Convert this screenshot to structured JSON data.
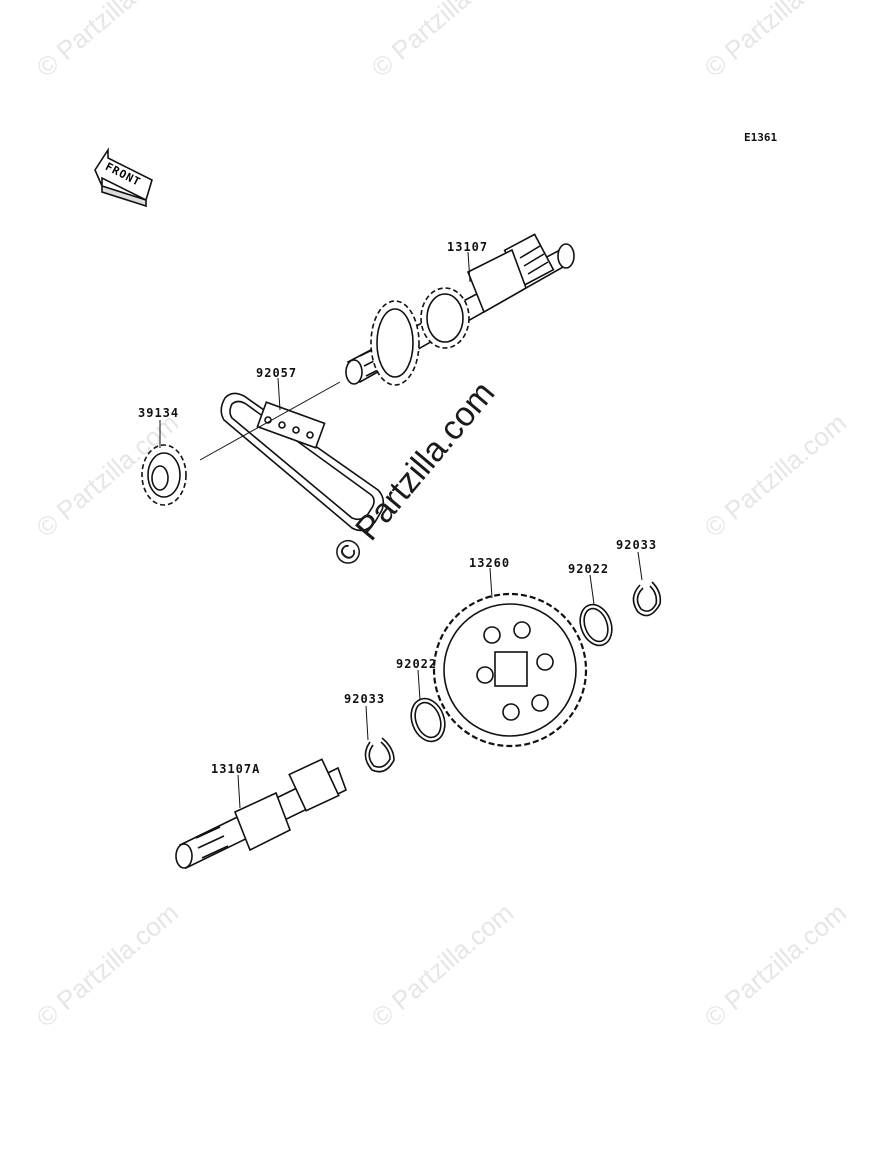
{
  "diagram": {
    "code": "E1361",
    "front_label": "FRONT",
    "watermark_main": "© Partzilla.com",
    "watermark_small": "© Partzilla.com",
    "parts": {
      "p13107": "13107",
      "p92057": "92057",
      "p39134": "39134",
      "p13260": "13260",
      "p92022a": "92022",
      "p92033a": "92033",
      "p92022b": "92022",
      "p92033b": "92033",
      "p13107A": "13107A"
    }
  }
}
